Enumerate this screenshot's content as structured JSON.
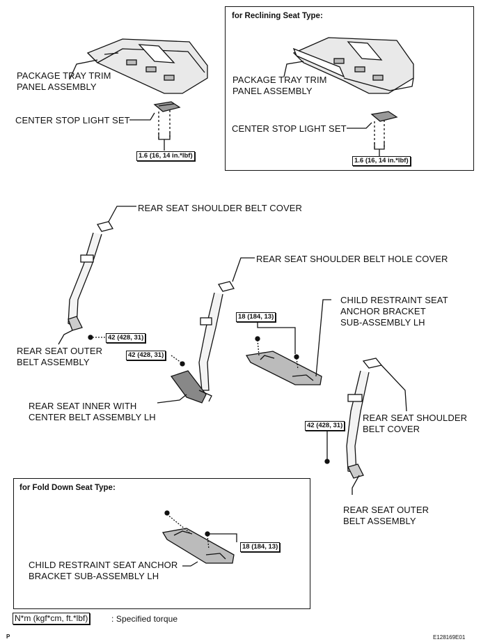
{
  "reclining_title": "for Reclining Seat Type:",
  "fold_title": "for Fold Down Seat Type:",
  "labels": {
    "package_tray_1": "PACKAGE TRAY TRIM\nPANEL ASSEMBLY",
    "stop_light_1": "CENTER STOP LIGHT SET",
    "package_tray_2": "PACKAGE TRAY TRIM\nPANEL ASSEMBLY",
    "stop_light_2": "CENTER STOP LIGHT SET",
    "shoulder_cover_1": "REAR SEAT SHOULDER BELT COVER",
    "hole_cover": "REAR SEAT SHOULDER BELT HOLE COVER",
    "child_anchor_lh": "CHILD RESTRAINT SEAT\nANCHOR BRACKET\nSUB-ASSEMBLY LH",
    "outer_belt_1": "REAR SEAT OUTER\nBELT ASSEMBLY",
    "inner_belt": "REAR SEAT INNER WITH\nCENTER BELT ASSEMBLY LH",
    "shoulder_cover_2": "REAR SEAT SHOULDER\nBELT COVER",
    "outer_belt_2": "REAR SEAT OUTER\nBELT ASSEMBLY",
    "child_anchor_fold": "CHILD RESTRAINT SEAT ANCHOR\nBRACKET SUB-ASSEMBLY LH"
  },
  "torques": {
    "t1": "1.6 (16, 14 in.*lbf)",
    "t2": "1.6 (16, 14 in.*lbf)",
    "t3": "42 (428, 31)",
    "t4": "42 (428, 31)",
    "t5": "18 (184, 13)",
    "t6": "42 (428, 31)",
    "t7": "18 (184, 13)"
  },
  "legend": {
    "unit": "N*m (kgf*cm, ft.*lbf)",
    "text": ": Specified torque"
  },
  "footer": {
    "left": "P",
    "code": "E128169E01"
  }
}
